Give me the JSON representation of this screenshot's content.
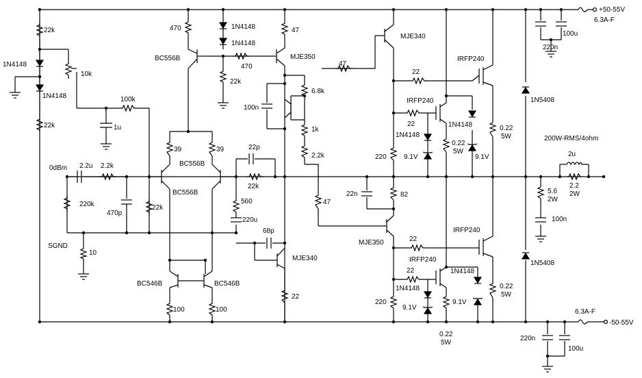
{
  "title": "200W-RMS/4ohm",
  "rails": {
    "positive": "+50-55V",
    "negative": "-50-55V",
    "fuse_pos": "6.3A-F",
    "fuse_neg": "6.3A-F"
  },
  "input": {
    "level": "0dBm",
    "ground": "SGND"
  },
  "labels": [
    "22k",
    "1N4148",
    "1N4148",
    "10k",
    "22k",
    "100k",
    "1u",
    "470",
    "1N4148",
    "1N4148",
    "BC556B",
    "470",
    "22k",
    "100n",
    "47",
    "MJE350",
    "6.8k",
    "1k",
    "2.2k",
    "MJE340",
    "47",
    "22",
    "IRFP240",
    "22",
    "1N4148",
    "1N4148",
    "0.22",
    "5W",
    "9.1V",
    "IRFP240",
    "0.22",
    "5W",
    "1N5408",
    "220n",
    "100u",
    "220",
    "9.1V",
    "39",
    "39",
    "BC556B",
    "BC556B",
    "2.2u",
    "2.2k",
    "220k",
    "470p",
    "22k",
    "22p",
    "22k",
    "560",
    "220u",
    "68p",
    "10",
    "22n",
    "82",
    "47",
    "MJE350",
    "22",
    "IRFP240",
    "1N4148",
    "IRFP240",
    "22",
    "1N4148",
    "0.22",
    "5W",
    "220",
    "9.1V",
    "9.1V",
    "1N5408",
    "0.22",
    "5W",
    "MJE340",
    "22",
    "BC546B",
    "BC546B",
    "100",
    "100",
    "5.6",
    "2W",
    "100n",
    "2u",
    "2.2",
    "2W",
    "220n",
    "100u"
  ]
}
